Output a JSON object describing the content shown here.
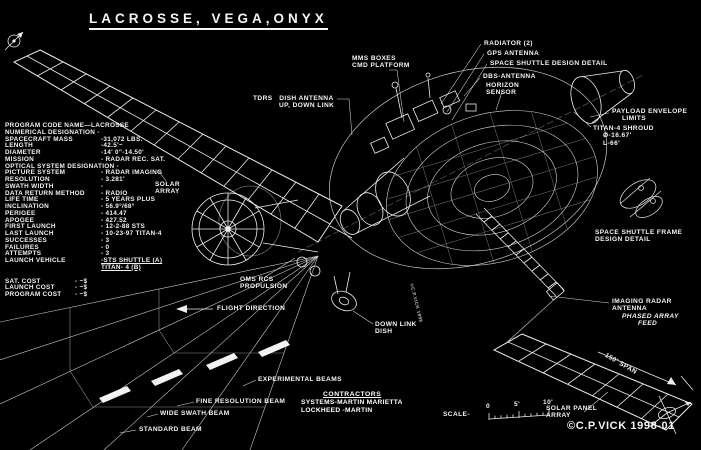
{
  "page": {
    "title": "LACROSSE, VEGA,ONYX"
  },
  "colors": {
    "background": "#000000",
    "ink": "#ffffff"
  },
  "specs": {
    "rows": [
      {
        "label": "PROGRAM CODE NAME—LACROSSE",
        "value": ""
      },
      {
        "label": "NUMERICAL DESIGNATION -",
        "value": ""
      },
      {
        "label": "SPACECRAFT MASS",
        "value": "-31,072 LBS."
      },
      {
        "label": "LENGTH",
        "value": "-42.5'~"
      },
      {
        "label": "DIAMETER",
        "value": "-14' 0\"-14.50'"
      },
      {
        "label": "MISSION",
        "value": "- RADAR REC. SAT."
      },
      {
        "label": "OPTICAL SYSTEM DESIGNATION -",
        "value": ""
      },
      {
        "label": "PICTURE SYSTEM",
        "value": "- RADAR IMAGING"
      },
      {
        "label": "RESOLUTION",
        "value": "- 3.281'"
      },
      {
        "label": "SWATH WIDTH",
        "value": "-"
      },
      {
        "label": "DATA RETURN METHOD",
        "value": "- RADIO"
      },
      {
        "label": "LIFE TIME",
        "value": "- 5 YEARS PLUS"
      },
      {
        "label": "INCLINATION",
        "value": "- 56.9°/68°"
      },
      {
        "label": "PERIGEE",
        "value": "- 414.47"
      },
      {
        "label": "APOGEE",
        "value": "- 427.52"
      },
      {
        "label": "FIRST LAUNCH",
        "value": "- 12-2-88 STS"
      },
      {
        "label": "LAST LAUNCH",
        "value": "- 10-23-97 TITAN-4"
      },
      {
        "label": "SUCCESSES",
        "value": "- 3"
      },
      {
        "label": "FAILURES",
        "value": "- 0"
      },
      {
        "label": "ATTEMPTS",
        "value": "- 3"
      }
    ],
    "launch_vehicle": {
      "label": "LAUNCH VEHICLE",
      "value1": "-STS SHUTTLE (A)",
      "value2": "TITAN- 4 (B)"
    },
    "costs": [
      {
        "label": "SAT. COST",
        "value": "- ~$"
      },
      {
        "label": "LAUNCH COST",
        "value": "- ~$"
      },
      {
        "label": "PROGRAM COST",
        "value": "- ~$"
      }
    ]
  },
  "callouts": {
    "mms": [
      "MMS BOXES",
      "CMD PLATFORM"
    ],
    "radiator": "RADIATOR (2)",
    "gps": "GPS ANTENNA",
    "shuttle_design": "SPACE SHUTTLE DESIGN DETAIL",
    "dbs": "DBS-ANTENNA",
    "horizon": [
      "HORIZON",
      "SENSOR"
    ],
    "tdrs": [
      "TDRS   DISH ANTENNA",
      "UP, DOWN LINK"
    ],
    "payload": [
      "PAYLOAD ENVELOPE",
      "LIMITS"
    ],
    "titan_shroud": [
      "TITAN-4 SHROUD",
      "Ø-16.67'",
      "L-66'"
    ],
    "solar_array": [
      "SOLAR",
      "ARRAY"
    ],
    "shuttle_frame": [
      "SPACE SHUTTLE FRAME",
      "DESIGN DETAIL"
    ],
    "oms": [
      "OMS RCS",
      "PROPULSION"
    ],
    "flight_direction": "FLIGHT DIRECTION",
    "downlink": [
      "DOWN LINK",
      "DISH"
    ],
    "imaging_radar": [
      "IMAGING RADAR",
      "ANTENNA"
    ],
    "phased_array": [
      "PHASED ARRAY",
      "FEED"
    ],
    "experimental": "EXPERIMENTAL BEAMS",
    "fine_resolution": "FINE RESOLUTION BEAM",
    "wide_swath": "WIDE SWATH BEAM",
    "standard": "STANDARD BEAM",
    "span": "150' SPAN",
    "solar_panel": [
      "SOLAR PANEL",
      "ARRAY"
    ]
  },
  "contractors": {
    "title": "CONTRACTORS",
    "lines": [
      "SYSTEMS-MARTIN MARIETTA",
      "LOCKHEED -MARTIN"
    ]
  },
  "scale": {
    "label": "SCALE-",
    "ticks": [
      "0",
      "5'",
      "10'"
    ]
  },
  "credits": {
    "copyright": "©C.P.VICK 1998-01",
    "watermark": "©C.P.VICK 1998"
  }
}
